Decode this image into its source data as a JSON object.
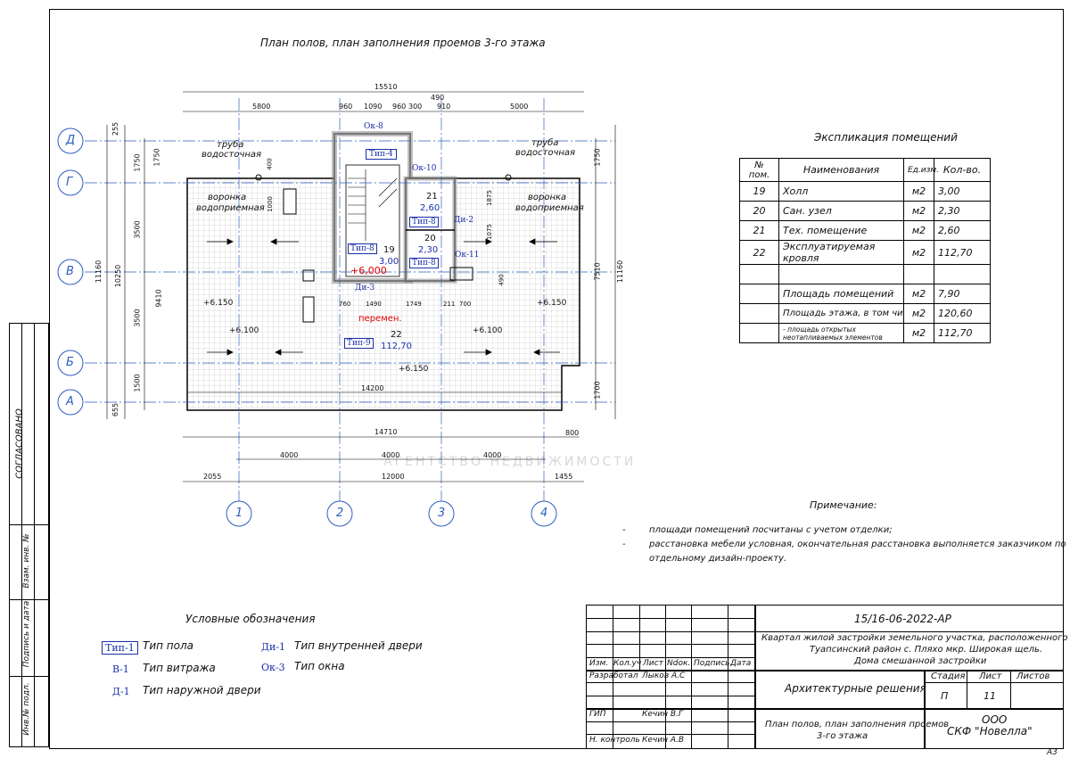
{
  "sheet": {
    "plan_title": "План полов, план заполнения проемов 3-го этажа",
    "sheet_format": "А3",
    "watermark": "АГЕНТСТВО НЕДВИЖИМОСТИ",
    "colors": {
      "axis": "#2f5fbf",
      "tag": "#1a2fa8",
      "red": "#e00000",
      "line": "#000000"
    }
  },
  "side_stamp": {
    "soglasovano": "СОГЛАСОВАНО",
    "vzam_inv": "Взам. инв. №",
    "podpis_data": "Подпись и дата",
    "inv_podl": "Инв.№ подл."
  },
  "plan": {
    "axes_letters": [
      "Д",
      "Г",
      "В",
      "Б",
      "А"
    ],
    "axes_numbers": [
      "1",
      "2",
      "3",
      "4"
    ],
    "dims_top": {
      "total": "15510",
      "left": "5800",
      "d1": "960",
      "d2": "1090",
      "d3": "960",
      "d4": "300",
      "d5": "490",
      "d6": "910",
      "right": "5000"
    },
    "dims_bottom": {
      "total1": "14710",
      "a": "4000",
      "b": "4000",
      "c": "4000",
      "total2": "12000",
      "l": "2055",
      "r": "1455",
      "inner": "14200",
      "r800": "800"
    },
    "dims_left": {
      "total": "11160",
      "d1": "255",
      "d2": "1750",
      "d3": "3500",
      "d4": "3500",
      "d5": "1500",
      "d6": "655",
      "mid": "10250",
      "i": "9410"
    },
    "dims_right": {
      "total": "11160",
      "a": "1750",
      "b": "7510",
      "c": "1700"
    },
    "labels": {
      "truba": "труба",
      "vodostochnaya": "водосточная",
      "voronka": "воронка",
      "vodopriemnaya": "водоприемная",
      "level_6000": "+6,000",
      "level_6150": "+6.150",
      "level_6100": "+6.100",
      "peremen": "перемен."
    },
    "tags": {
      "ok8": "Ок-8",
      "tip4": "Тип-4",
      "ok10": "Ок-10",
      "tip8a": "Тип-8",
      "tip8b": "Тип-8",
      "tip8c": "Тип-8",
      "di2": "Ди-2",
      "ok11": "Ок-11",
      "di3": "Ди-3",
      "tip9": "Тип-9"
    },
    "rooms": [
      {
        "num": "21",
        "area": "2,60"
      },
      {
        "num": "20",
        "area": "2,30"
      },
      {
        "num": "19",
        "area": "3,00"
      },
      {
        "num": "22",
        "area": "112,70"
      }
    ],
    "small_dims": [
      "1490",
      "1749",
      "211",
      "700",
      "760",
      "400",
      "1875",
      "1000",
      "1075",
      "490"
    ]
  },
  "explication": {
    "title": "Экспликация помещений",
    "headers": [
      "№ пом.",
      "Наименования",
      "Ед.изм.",
      "Кол-во."
    ],
    "rows": [
      [
        "19",
        "Холл",
        "м2",
        "3,00"
      ],
      [
        "20",
        "Сан. узел",
        "м2",
        "2,30"
      ],
      [
        "21",
        "Тех. помещение",
        "м2",
        "2,60"
      ],
      [
        "22",
        "Эксплуатируемая кровля",
        "м2",
        "112,70"
      ],
      [
        "",
        "",
        "",
        ""
      ],
      [
        "",
        "Площадь помещений",
        "м2",
        "7,90"
      ],
      [
        "",
        "Площадь этажа, в том числе:",
        "м2",
        "120,60"
      ],
      [
        "",
        "- площадь открытых неотапливаемых элементов",
        "м2",
        "112,70"
      ]
    ]
  },
  "notes": {
    "title": "Примечание:",
    "items": [
      "площади помещений посчитаны с учетом отделки;",
      "расстановка мебели условная, окончательная расстановка выполняется заказчиком по",
      "отдельному дизайн-проекту."
    ]
  },
  "legend": {
    "title": "Условные обозначения",
    "items": [
      {
        "tag": "Тип-1",
        "text": "Тип пола"
      },
      {
        "tag": "В-1",
        "text": "Тип витража"
      },
      {
        "tag": "Д-1",
        "text": "Тип наружной двери"
      },
      {
        "tag": "Ди-1",
        "text": "Тип внутренней двери"
      },
      {
        "tag": "Ок-3",
        "text": "Тип окна"
      }
    ]
  },
  "titleblock": {
    "code": "15/16-06-2022-АР",
    "address1": "Квартал жилой застройки земельного участка, расположенного по адресу:",
    "address2": "Туапсинский район с. Пляхо мкр. Широкая щель.",
    "address3": "Дома смешанной застройки",
    "col_headers": [
      "Изм.",
      "Кол.уч",
      "Лист",
      "Ndoк.",
      "Подпись",
      "Дата"
    ],
    "people": [
      {
        "role": "Разработал",
        "name": "Лыков А.С"
      },
      {
        "role": "ГИП",
        "name": "Кечин В.Г"
      },
      {
        "role": "Н. контроль",
        "name": "Кечин А.В"
      }
    ],
    "section": "Архитектурные решения",
    "stage_headers": [
      "Стадия",
      "Лист",
      "Листов"
    ],
    "stage": "П",
    "sheet_no": "11",
    "sheets_total": "",
    "drawing_name1": "План полов, план заполнения проемов",
    "drawing_name2": "3-го этажа",
    "org1": "ООО",
    "org2": "СКФ \"Новелла\""
  }
}
